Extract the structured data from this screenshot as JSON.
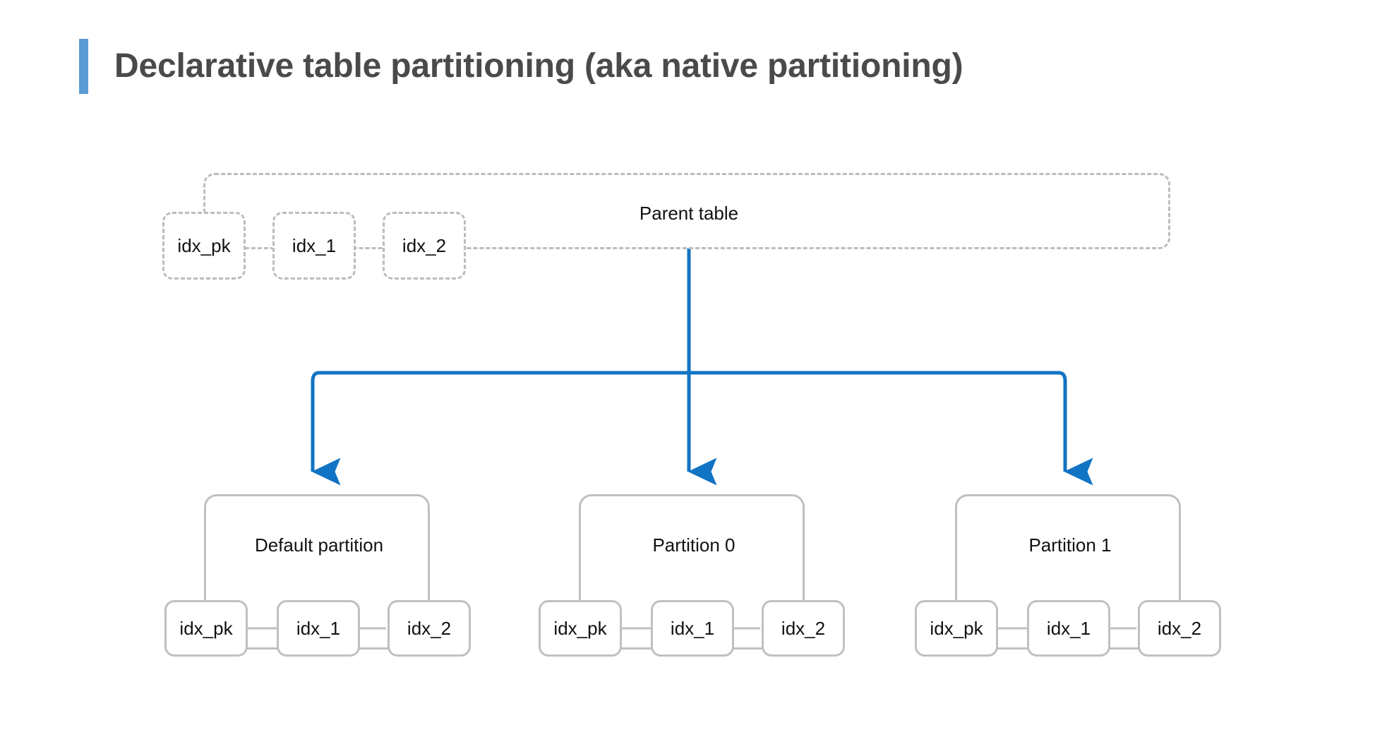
{
  "title": {
    "text": "Declarative table partitioning (aka native partitioning)",
    "accent_color": "#5b9bd5",
    "text_color": "#4a4a4a"
  },
  "colors": {
    "arrow_blue": "#1173c4",
    "box_gray": "#c0c0c0",
    "dashed_gray": "#bcbcbc",
    "background": "#ffffff",
    "text": "#111111"
  },
  "diagram": {
    "type": "hierarchy",
    "parent": {
      "label": "Parent table",
      "style": "dashed",
      "indexes": [
        {
          "label": "idx_pk"
        },
        {
          "label": "idx_1"
        },
        {
          "label": "idx_2"
        }
      ]
    },
    "children": [
      {
        "label": "Default partition",
        "style": "solid",
        "indexes": [
          {
            "label": "idx_pk"
          },
          {
            "label": "idx_1"
          },
          {
            "label": "idx_2"
          }
        ]
      },
      {
        "label": "Partition 0",
        "style": "solid",
        "indexes": [
          {
            "label": "idx_pk"
          },
          {
            "label": "idx_1"
          },
          {
            "label": "idx_2"
          }
        ]
      },
      {
        "label": "Partition 1",
        "style": "solid",
        "indexes": [
          {
            "label": "idx_pk"
          },
          {
            "label": "idx_1"
          },
          {
            "label": "idx_2"
          }
        ]
      }
    ],
    "connectors": {
      "kind": "orthogonal-fan",
      "arrowheads": 3,
      "color": "#1173c4"
    }
  }
}
